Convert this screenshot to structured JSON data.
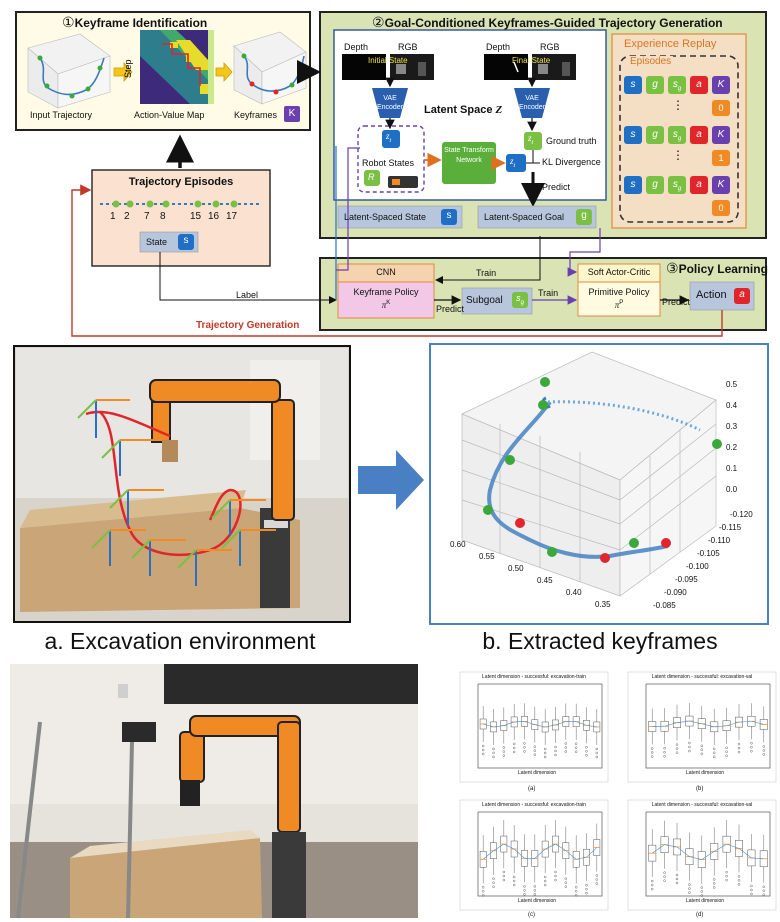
{
  "diagram": {
    "keyframe_id": {
      "number": "①",
      "title": "Keyframe Identification",
      "input_trajectory": "Input Trajectory",
      "action_value_map": "Action-Value Map",
      "keyframes": "Keyframes",
      "step": "Step",
      "k_badge": "K"
    },
    "goal_conditioned": {
      "number": "②",
      "title": "Goal-Conditioned Keyframes-Guided Trajectory Generation",
      "depth_1": "Depth",
      "rgb_1": "RGB",
      "initial_state": "Initial State",
      "depth_2": "Depth",
      "rgb_2": "RGB",
      "final_state": "Final State",
      "vae_encoder_1": "VAE Encoder",
      "vae_encoder_2": "VAE Encoder",
      "latent_space": "Latent Space",
      "latent_symbol": "Z",
      "z_t": "z",
      "z_t_sub": "t",
      "z_t_hat": "z",
      "z_t_hat_sub": "t",
      "robot_states": "Robot States",
      "r_badge": "R",
      "state_transform_network": "State Transform Network",
      "ground_truth": "Ground truth",
      "kl_divergence": "KL Divergence",
      "predict": "Predict",
      "latent_spaced_state": "Latent-Spaced State",
      "latent_spaced_goal": "Latent-Spaced Goal",
      "s_badge": "s",
      "g_badge": "g"
    },
    "experience_replay": {
      "title": "Experience Replay",
      "episodes": "Episodes",
      "rows": [
        {
          "s": "s",
          "g": "g",
          "sg": "s",
          "sg_sub": "g",
          "a": "a",
          "k": "K",
          "reward": "0"
        },
        {
          "s": "s",
          "g": "g",
          "sg": "s",
          "sg_sub": "g",
          "a": "a",
          "k": "K",
          "reward": "1"
        },
        {
          "s": "s",
          "g": "g",
          "sg": "s",
          "sg_sub": "g",
          "a": "a",
          "k": "K",
          "reward": "0"
        }
      ],
      "dots": "⋮"
    },
    "trajectory_episodes": {
      "title": "Trajectory Episodes",
      "numbers": [
        "1",
        "2",
        "7",
        "8",
        "15",
        "16",
        "17"
      ],
      "state": "State",
      "s_badge": "s"
    },
    "policy_learning": {
      "number": "③",
      "title": "Policy Learning",
      "cnn": "CNN",
      "keyframe_policy": "Keyframe Policy",
      "pi_k": "π",
      "pi_k_sup": "K",
      "subgoal": "Subgoal",
      "sg_badge": "s",
      "sg_badge_sub": "g",
      "soft_actor_critic": "Soft Actor-Critic",
      "primitive_policy": "Primitive Policy",
      "pi_p": "π",
      "pi_p_sup": "P",
      "action": "Action",
      "a_badge": "a",
      "train_1": "Train",
      "train_2": "Train",
      "predict_1": "Predict",
      "predict_2": "Predict",
      "label": "Label",
      "trajectory_generation": "Trajectory Generation"
    }
  },
  "captions": {
    "a": "a. Excavation environment",
    "b": "b. Extracted keyframes"
  },
  "plot3d": {
    "z_ticks": [
      "0.5",
      "0.4",
      "0.3",
      "0.2",
      "0.1",
      "0.0"
    ],
    "y_ticks": [
      "-0.120",
      "-0.115",
      "-0.110",
      "-0.105",
      "-0.100",
      "-0.095",
      "-0.090",
      "-0.085"
    ],
    "x_ticks": [
      "0.60",
      "0.55",
      "0.50",
      "0.45",
      "0.40",
      "0.35"
    ]
  },
  "boxplots": {
    "titles": [
      "Latent dimension - successful: excavation-train",
      "Latent dimension - successful: excavation-val",
      "Latent dimension - successful: excavation-train",
      "Latent dimension - successful: excavation-val"
    ],
    "sublabels": [
      "(a)",
      "(b)",
      "(c)",
      "(d)"
    ],
    "xlabel": "Latent dimension"
  },
  "colors": {
    "blue_badge": "#1f6fc4",
    "green_badge": "#7ac143",
    "red_badge": "#e0252b",
    "purple_badge": "#6a3fb0",
    "orange_badge": "#f08a24",
    "panel1_bg": "#fffbe6",
    "panel2_bg": "#d9e3b4",
    "panel3_bg": "#d9e3b4",
    "traj_bg": "#fbe2d0"
  }
}
